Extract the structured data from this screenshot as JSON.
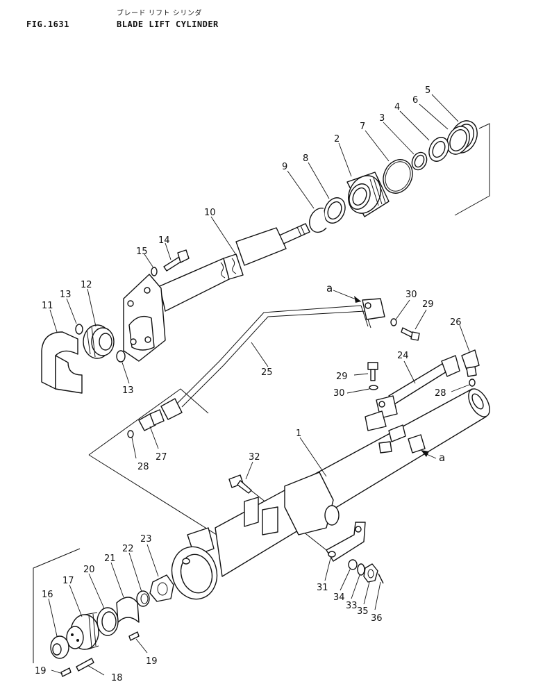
{
  "header": {
    "fig_number": "FIG.1631",
    "title_jp": "ブレード リフト シリンダ",
    "title_en": "BLADE LIFT CYLINDER"
  },
  "callouts": {
    "c1": "1",
    "c2": "2",
    "c3": "3",
    "c4": "4",
    "c5": "5",
    "c6": "6",
    "c7": "7",
    "c8": "8",
    "c9": "9",
    "c10": "10",
    "c11": "11",
    "c12": "12",
    "c13a": "13",
    "c13b": "13",
    "c14": "14",
    "c15": "15",
    "c16": "16",
    "c17": "17",
    "c18": "18",
    "c19a": "19",
    "c19b": "19",
    "c20": "20",
    "c21": "21",
    "c22": "22",
    "c23": "23",
    "c24": "24",
    "c25": "25",
    "c26": "26",
    "c27": "27",
    "c28a": "28",
    "c28b": "28",
    "c29a": "29",
    "c29b": "29",
    "c30a": "30",
    "c30b": "30",
    "c31": "31",
    "c32": "32",
    "c33": "33",
    "c34": "34",
    "c35": "35",
    "c36": "36",
    "ref_a_top": "a",
    "ref_a_bottom": "a"
  }
}
